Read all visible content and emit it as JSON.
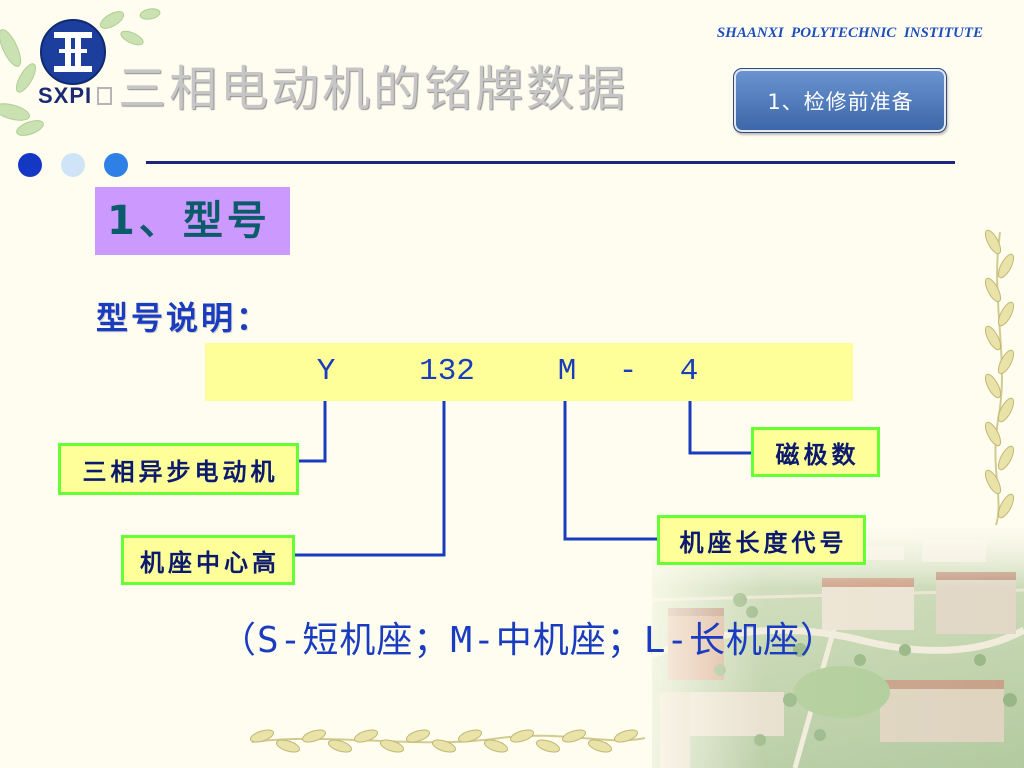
{
  "slide": {
    "institute_name": "SHAANXI  POLYTECHNIC  INSTITUTE",
    "logo_text": "SXPI",
    "title": "三相电动机的铭牌数据",
    "nav_button_label": "1、检修前准备"
  },
  "section": {
    "heading": "1、型号",
    "model_intro": "型号说明："
  },
  "model_code": [
    "Y",
    "132",
    "M",
    "-",
    "4"
  ],
  "callouts": {
    "motor_type": "三相异步电动机",
    "center_height": "机座中心高",
    "frame_length_code": "机座长度代号",
    "pole_count": "磁极数"
  },
  "frame_length_note": "（S-短机座；M-中机座；L-长机座）",
  "icons": {
    "logo": "sxpi-logo-icon",
    "title_bullet": "square-bullet-icon",
    "section_dots": [
      "dot-dark-blue-icon",
      "dot-light-blue-icon",
      "dot-blue-icon"
    ]
  },
  "colors": {
    "background": "#fffdf0",
    "title_gray": "#c6c6c6",
    "institute_blue": "#1f4fb5",
    "accent_blue": "#1a3cbf",
    "navy_rule": "#1a2580",
    "heading_box": "#cc99ff",
    "heading_text": "#0b5b6b",
    "code_bar": "#ffff99",
    "callout_border": "#66ff33",
    "callout_text": "#0b1a6e",
    "dot_dark": "#1538c4",
    "dot_light": "#cfe5f7",
    "dot_medium": "#2e7fe6",
    "button_top": "#6b94d0",
    "button_bottom": "#3b66a8",
    "logo_blue": "#1c3f9e"
  }
}
